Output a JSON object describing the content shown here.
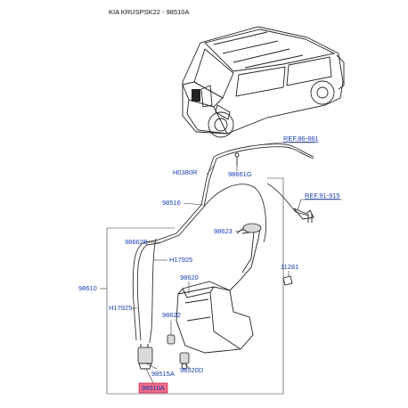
{
  "header": {
    "title": "KIA KRUSPSK22 - 98510A"
  },
  "callouts": {
    "ref_86_881": "REF.86-881",
    "ref_91_915": "REF.91-915",
    "h0380r": "H0380R",
    "p98661g": "98661G",
    "p98516": "98516",
    "p98623": "98623",
    "p98662b": "98662B",
    "h17925_top": "H17925",
    "p11281": "11281",
    "p98610": "98610",
    "p98620": "98620",
    "h17925_left": "H17925",
    "p98622": "98622",
    "p98515a": "98515A",
    "p98520d": "98520D",
    "p98510a": "98510A"
  },
  "colors": {
    "callout_text": "#1a3fb5",
    "highlight_fill": "#f06a8a",
    "highlight_border": "#c0143c",
    "line": "#333333"
  }
}
